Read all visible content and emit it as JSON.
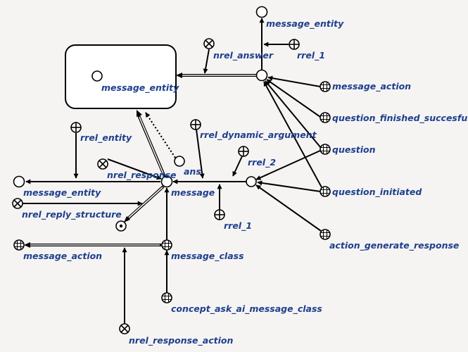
{
  "labels": {
    "entity_top": "message_entity",
    "entity_contour": "message_entity",
    "nrel_answer": "nrel_answer",
    "rrel_1_top": "rrel_1",
    "message_action_right": "message_action",
    "question_finished": "question_finished_succesfully",
    "question": "question",
    "question_initiated": "question_initiated",
    "action_generate_response": "action_generate_response",
    "rrel_entity": "rrel_entity",
    "rrel_dynamic_argument": "rrel_dynamic_argument",
    "rrel_2": "rrel_2",
    "ans": "ans",
    "nrel_response": "nrel_response",
    "message": "message",
    "message_entity_left": "message_entity",
    "nrel_reply_structure": "nrel_reply_structure",
    "rrel_1_bottom": "rrel_1",
    "message_action_left": "message_action",
    "message_class": "message_class",
    "concept_ask_ai_message_class": "concept_ask_ai_message_class",
    "nrel_response_action": "nrel_response_action"
  },
  "colors": {
    "label": "#1d3f8c",
    "background": "#f6f4f3"
  }
}
